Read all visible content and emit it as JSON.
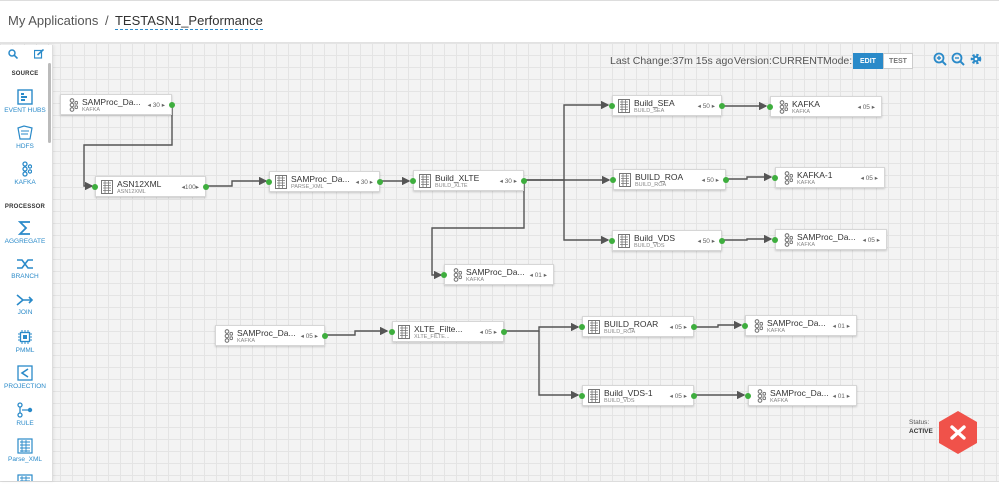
{
  "breadcrumb": {
    "root": "My Applications",
    "separator": "/",
    "app": "TESTASN1_Performance"
  },
  "sidebar": {
    "top_icons": [
      "search-icon",
      "edit-icon"
    ],
    "source_label": "SOURCE",
    "processor_label": "PROCESSOR",
    "source_items": [
      {
        "label": "EVENT HUBS",
        "icon": "event-hubs-icon"
      },
      {
        "label": "HDFS",
        "icon": "hdfs-icon"
      },
      {
        "label": "KAFKA",
        "icon": "kafka-icon"
      }
    ],
    "processor_items": [
      {
        "label": "AGGREGATE",
        "icon": "sigma-icon"
      },
      {
        "label": "BRANCH",
        "icon": "branch-icon"
      },
      {
        "label": "JOIN",
        "icon": "join-icon"
      },
      {
        "label": "PMML",
        "icon": "chip-icon"
      },
      {
        "label": "PROJECTION",
        "icon": "projection-icon"
      },
      {
        "label": "RULE",
        "icon": "rule-icon"
      },
      {
        "label": "Parse_XML",
        "icon": "parse-xml-icon"
      }
    ]
  },
  "toolbar": {
    "last_change": "Last Change:37m 15s ago",
    "version": "Version:CURRENT",
    "mode_label": "Mode:",
    "edit_label": "EDIT",
    "test_label": "TEST",
    "active_mode": "EDIT",
    "icons": [
      "zoom-in-icon",
      "zoom-out-icon",
      "gear-icon"
    ]
  },
  "nodes": [
    {
      "id": "n1",
      "title": "SAMProc_Da...",
      "sub": "KAFKA",
      "par": "30",
      "icon": "kafka"
    },
    {
      "id": "n2",
      "title": "ASN12XML",
      "sub": "ASN12XML",
      "par": "100",
      "icon": "xml"
    },
    {
      "id": "n3",
      "title": "SAMProc_Da...",
      "sub": "PARSE_XML",
      "par": "30",
      "icon": "xml"
    },
    {
      "id": "n4",
      "title": "Build_XLTE",
      "sub": "BUILD_XLTE",
      "par": "30",
      "icon": "xml"
    },
    {
      "id": "n5",
      "title": "Build_SEA",
      "sub": "BUILD_SEA",
      "par": "50",
      "icon": "xml"
    },
    {
      "id": "n6",
      "title": "KAFKA",
      "sub": "KAFKA",
      "par": "05",
      "icon": "kafka"
    },
    {
      "id": "n7",
      "title": "BUILD_ROA",
      "sub": "BUILD_ROA",
      "par": "50",
      "icon": "xml"
    },
    {
      "id": "n8",
      "title": "KAFKA-1",
      "sub": "KAFKA",
      "par": "05",
      "icon": "kafka"
    },
    {
      "id": "n9",
      "title": "Build_VDS",
      "sub": "BUILD_VDS",
      "par": "50",
      "icon": "xml"
    },
    {
      "id": "n10",
      "title": "SAMProc_Da...",
      "sub": "KAFKA",
      "par": "05",
      "icon": "kafka"
    },
    {
      "id": "n11",
      "title": "SAMProc_Da...",
      "sub": "KAFKA",
      "par": "01",
      "icon": "kafka"
    },
    {
      "id": "n12",
      "title": "SAMProc_Da...",
      "sub": "KAFKA",
      "par": "05",
      "icon": "kafka"
    },
    {
      "id": "n13",
      "title": "XLTE_Filte...",
      "sub": "XLTE_FILTE...",
      "par": "05",
      "icon": "xml"
    },
    {
      "id": "n14",
      "title": "BUILD_ROAR",
      "sub": "BUILD_ROA",
      "par": "05",
      "icon": "xml"
    },
    {
      "id": "n15",
      "title": "SAMProc_Da...",
      "sub": "KAFKA",
      "par": "01",
      "icon": "kafka"
    },
    {
      "id": "n16",
      "title": "Build_VDS-1",
      "sub": "BUILD_VDS",
      "par": "05",
      "icon": "xml"
    },
    {
      "id": "n17",
      "title": "SAMProc_Da...",
      "sub": "KAFKA",
      "par": "01",
      "icon": "kafka"
    }
  ],
  "status": {
    "label": "Status:",
    "value": "ACTIVE",
    "stop_icon": "stop-icon"
  },
  "colors": {
    "accent": "#2a8ac9",
    "port": "#3eae3e",
    "stop": "#f0524a",
    "edge": "#555555"
  }
}
